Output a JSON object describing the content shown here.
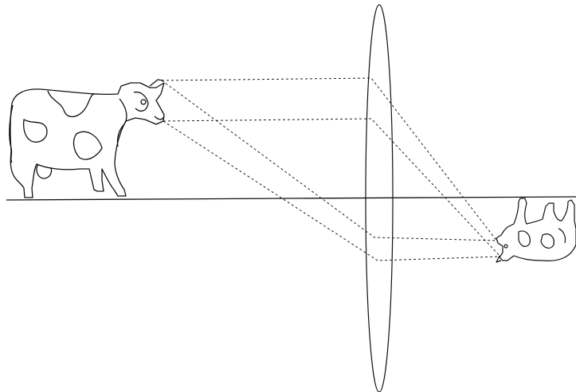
{
  "diagram": {
    "kind": "convex lens image formation",
    "objects": [
      {
        "name": "object",
        "icon": "cow-icon",
        "orientation": "upright"
      },
      {
        "name": "image",
        "icon": "cow-icon",
        "orientation": "inverted"
      }
    ],
    "lens": {
      "icon": "convex-lens-icon"
    },
    "axis": {
      "icon": "optical-axis-line"
    },
    "colors": {
      "ink": "#111111",
      "rays": "#222222",
      "background": "#ffffff"
    }
  }
}
